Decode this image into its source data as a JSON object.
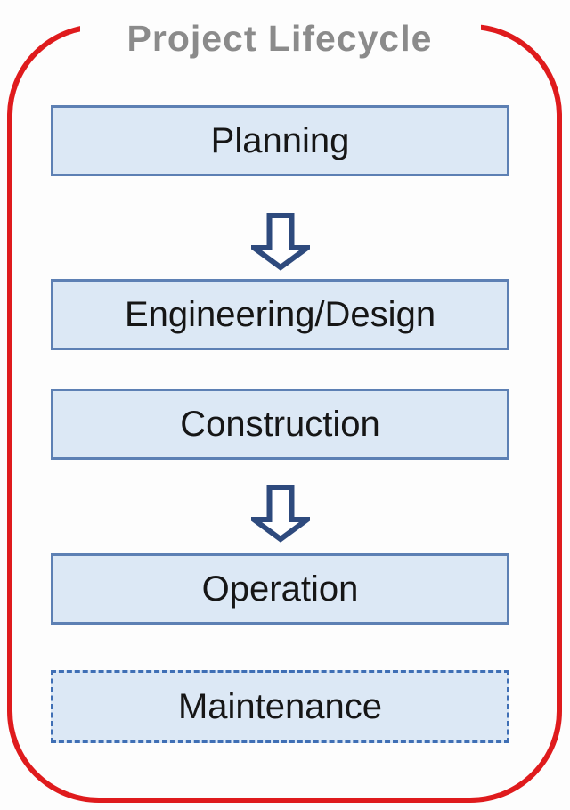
{
  "diagram": {
    "title": "Project Lifecycle",
    "stages": [
      {
        "label": "Planning",
        "border": "solid"
      },
      {
        "label": "Engineering/Design",
        "border": "solid"
      },
      {
        "label": "Construction",
        "border": "solid"
      },
      {
        "label": "Operation",
        "border": "solid"
      },
      {
        "label": "Maintenance",
        "border": "dashed"
      }
    ],
    "connectors": [
      {
        "from": "Planning",
        "to": "Engineering/Design",
        "shape": "block-arrow-down"
      },
      {
        "from": "Construction",
        "to": "Operation",
        "shape": "block-arrow-down"
      }
    ],
    "colors": {
      "boundary_red": "#df1b1d",
      "box_fill": "#dce8f5",
      "box_border": "#5d80b4",
      "dashed_border": "#3f6fb5",
      "arrow_outline": "#2e4a7d",
      "title_text": "#8b8b8b",
      "label_text": "#161616"
    }
  }
}
